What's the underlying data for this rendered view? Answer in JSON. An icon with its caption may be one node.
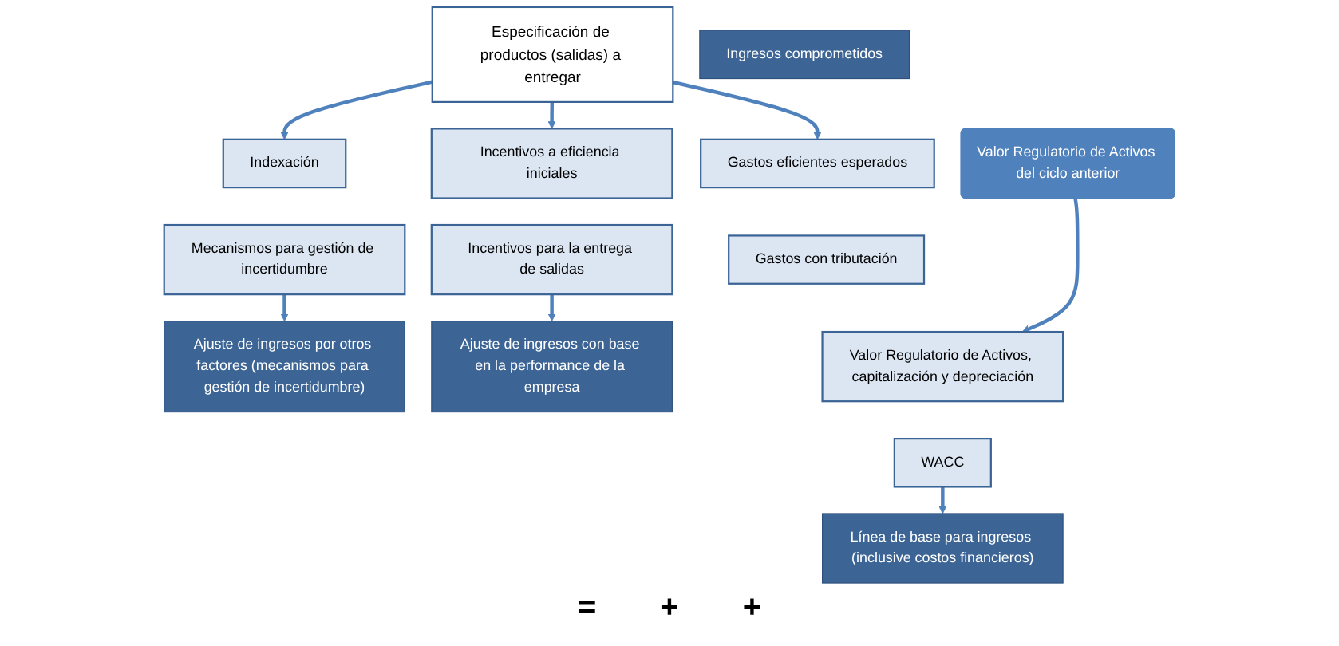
{
  "diagram": {
    "nodes": [
      {
        "text": [
          "Especificación de productos (salidas) a entregar"
        ]
      },
      {
        "text": [
          "Gastos eficientes esperados"
        ]
      },
      {
        "text": [
          "Gastos con tributación"
        ]
      },
      {
        "text": [
          "Incentivos a eficiencia iniciales"
        ]
      },
      {
        "text": [
          "Indexación"
        ]
      },
      {
        "text": [
          "Valor Regulatorio de Activos del ciclo anterior"
        ]
      },
      {
        "text": [
          "Valor Regulatorio de Activos, capitalización y depreciación"
        ]
      },
      {
        "text": [
          "Incentivos para la entrega de salidas"
        ]
      },
      {
        "text": [
          "Mecanismos para gestión de incertidumbre"
        ]
      },
      {
        "text": [
          "WACC"
        ]
      },
      {
        "text": [
          "Ingresos comprometidos"
        ]
      },
      {
        "text": [
          "Línea de base para ingresos (inclusive costos financieros)"
        ]
      },
      {
        "text": [
          "Ajuste de ingresos con base en la performance de la empresa"
        ]
      },
      {
        "text": [
          "Ajuste de ingresos por otros factores (mecanismos para gestión de incertidumbre)"
        ]
      }
    ],
    "edges": [
      {
        "from": 0,
        "to": 1,
        "arrow": "to"
      },
      {
        "from": 0,
        "to": 3,
        "arrow": "to"
      },
      {
        "from": 0,
        "to": 4,
        "arrow": "to"
      },
      {
        "from": 5,
        "to": 6,
        "arrow": "to"
      },
      {
        "from": 9,
        "to": 11,
        "arrow": "to"
      },
      {
        "from": 7,
        "to": 12,
        "arrow": "to"
      },
      {
        "from": 8,
        "to": 13,
        "arrow": "to"
      }
    ],
    "labels": [
      "=",
      "+",
      "+"
    ]
  }
}
